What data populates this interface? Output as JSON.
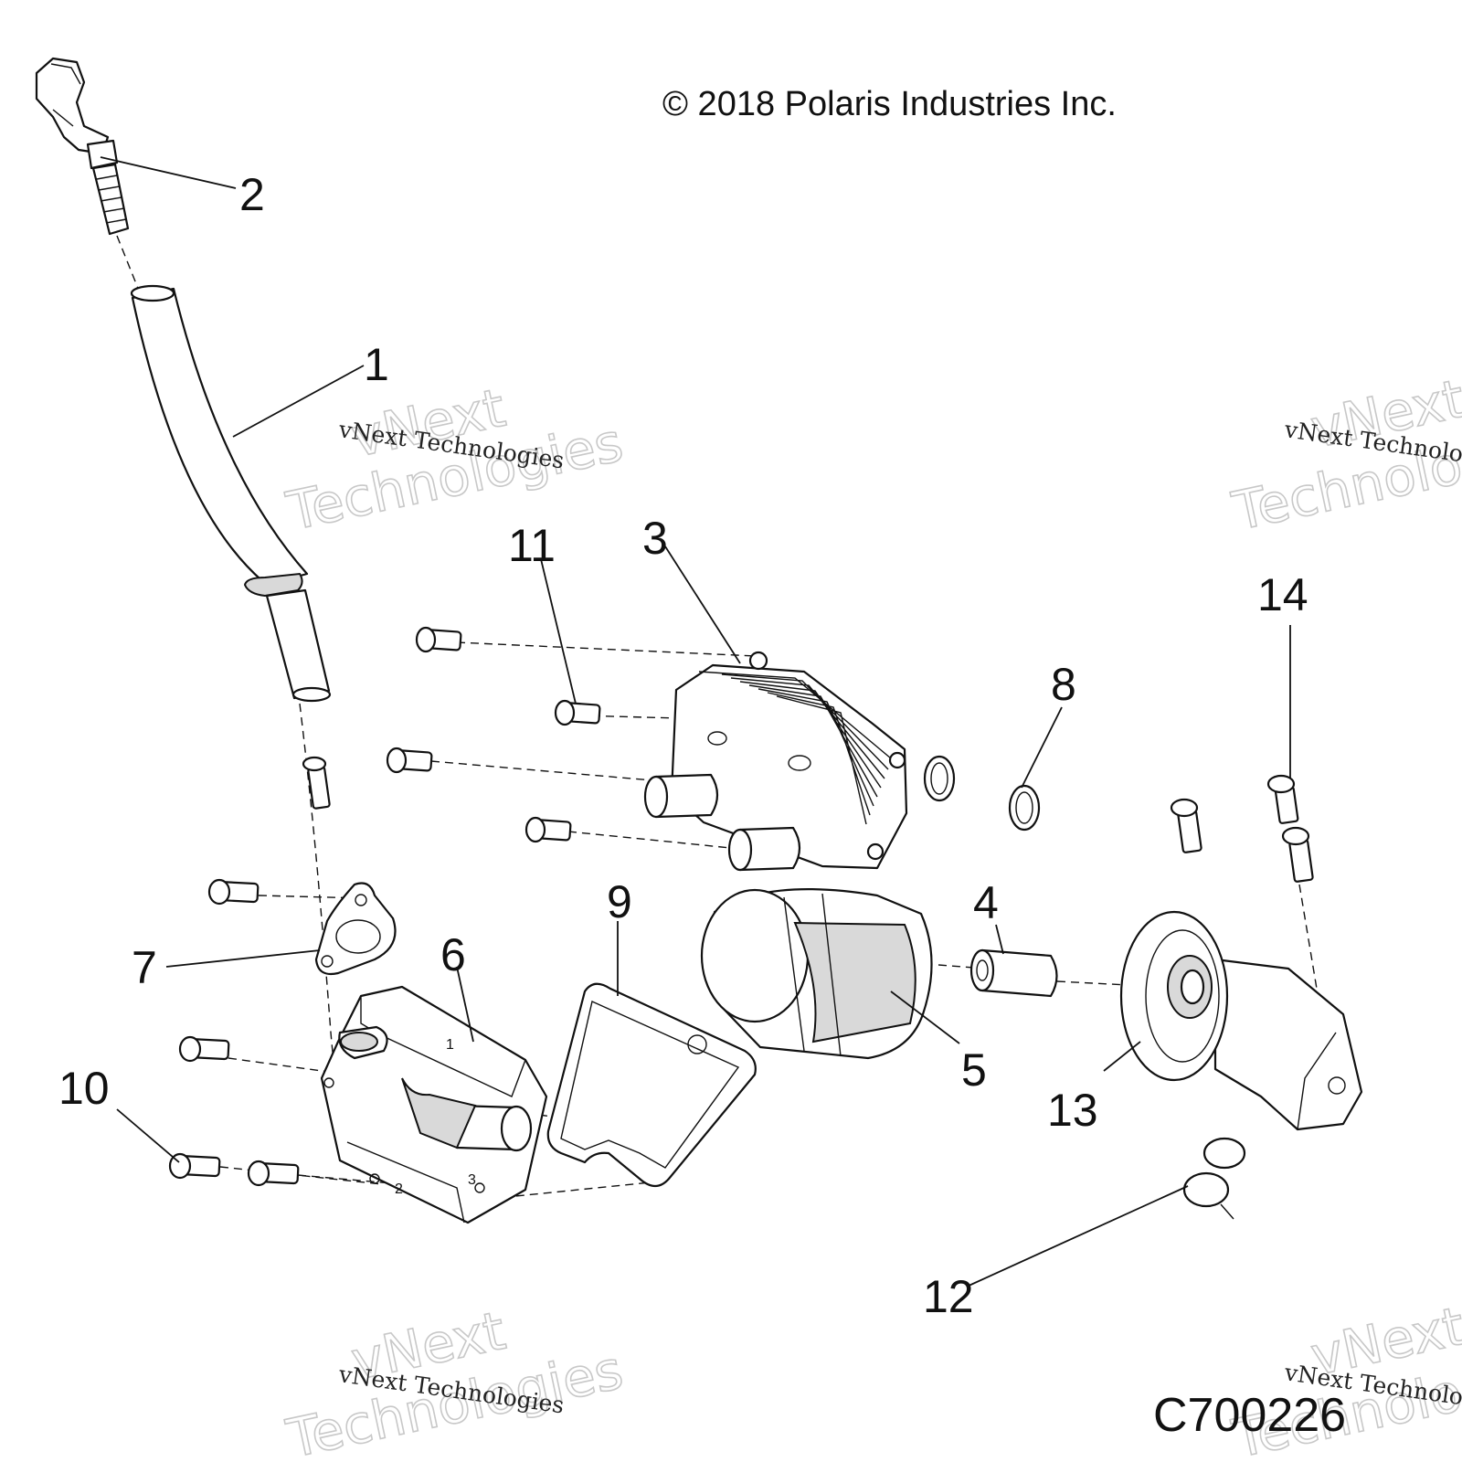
{
  "copyright": "© 2018 Polaris Industries Inc.",
  "drawing_number": "C700226",
  "watermark": {
    "line1": "vNext",
    "line2": "Technologies",
    "small": "vNext Technologies"
  },
  "callouts": {
    "c1": "1",
    "c2": "2",
    "c3": "3",
    "c4": "4",
    "c5": "5",
    "c6": "6",
    "c7": "7",
    "c8": "8",
    "c9": "9",
    "c10": "10",
    "c11": "11",
    "c12": "12",
    "c13": "13",
    "c14": "14"
  },
  "housing_marks": {
    "m1": "1",
    "m2": "2",
    "m3": "3"
  }
}
